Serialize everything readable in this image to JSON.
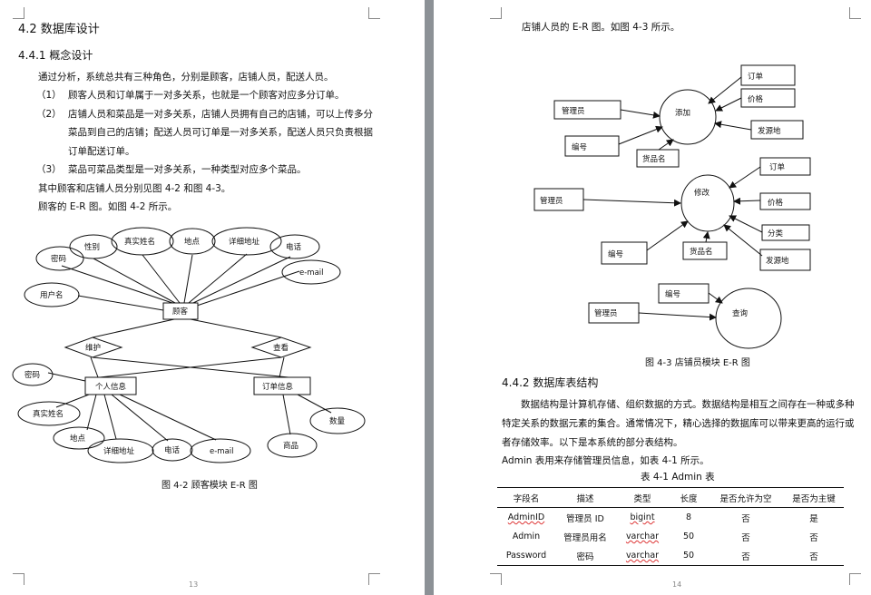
{
  "left": {
    "section_title": "4.2    数据库设计",
    "sub_title": "4.4.1  概念设计",
    "paragraphs": {
      "p0": "通过分析，系统总共有三种角色，分别是顾客，店铺人员，配送人员。",
      "p1_num": "（1）",
      "p1": "顾客人员和订单属于一对多关系，也就是一个顾客对应多分订单。",
      "p2_num": "（2）",
      "p2a": "店铺人员和菜品是一对多关系，店铺人员拥有自己的店铺，可以上传多分",
      "p2b": "菜品到自己的店铺；配送人员可订单是一对多关系，配送人员只负责根据",
      "p2c": "订单配送订单。",
      "p3_num": "（3）",
      "p3": "菜品可菜品类型是一对多关系，一种类型对应多个菜品。",
      "p4": "其中顾客和店铺人员分别见图 4-2 和图 4-3。",
      "p5": "顾客的 E-R 图。如图 4-2 所示。"
    },
    "er": {
      "gender": "性别",
      "realname": "真实姓名",
      "place": "地点",
      "address": "详细地址",
      "phone": "电话",
      "password": "密码",
      "email": "e-mail",
      "username": "用户名",
      "customer": "顾客",
      "maintain": "维护",
      "view": "查看",
      "password2": "密码",
      "personal": "个人信息",
      "order_info": "订单信息",
      "realname2": "真实姓名",
      "place2": "地点",
      "address2": "详细地址",
      "phone2": "电话",
      "email2": "e-mail",
      "quantity": "数量",
      "goods": "商品"
    },
    "caption": "图 4-2  顾客模块 E-R 图",
    "page_no": "13"
  },
  "right": {
    "intro": "店铺人员的 E-R 图。如图 4-3 所示。",
    "er": {
      "order1": "订单",
      "price1": "价格",
      "manager1": "管理员",
      "add": "添加",
      "origin1": "发源地",
      "id1": "编号",
      "name1": "货品名",
      "order2": "订单",
      "manager2": "管理员",
      "modify": "修改",
      "price2": "价格",
      "category": "分类",
      "id2": "编号",
      "name2": "货品名",
      "origin2": "发源地",
      "id3": "编号",
      "manager3": "管理员",
      "query": "查询"
    },
    "caption": "图 4-3  店铺员模块 E-R 图",
    "sub_title": "4.4.2  数据库表结构",
    "para1a": "数据结构是计算机存储、组织数据的方式。数据结构是相互之间存在一种或多种",
    "para1b": "特定关系的数据元素的集合。通常情况下，精心选择的数据库可以带来更高的运行或",
    "para1c": "者存储效率。以下是本系统的部分表结构。",
    "para2": "Admin 表用来存储管理员信息，如表 4-1 所示。",
    "table_title": "表 4-1 Admin 表",
    "table": {
      "headers": [
        "字段名",
        "描述",
        "类型",
        "长度",
        "是否允许为空",
        "是否为主键"
      ],
      "rows": [
        [
          "AdminID",
          "管理员 ID",
          "bigint",
          "8",
          "否",
          "是"
        ],
        [
          "Admin",
          "管理员用名",
          "varchar",
          "50",
          "否",
          "否"
        ],
        [
          "Password",
          "密码",
          "varchar",
          "50",
          "否",
          "否"
        ]
      ]
    },
    "page_no": "14"
  }
}
